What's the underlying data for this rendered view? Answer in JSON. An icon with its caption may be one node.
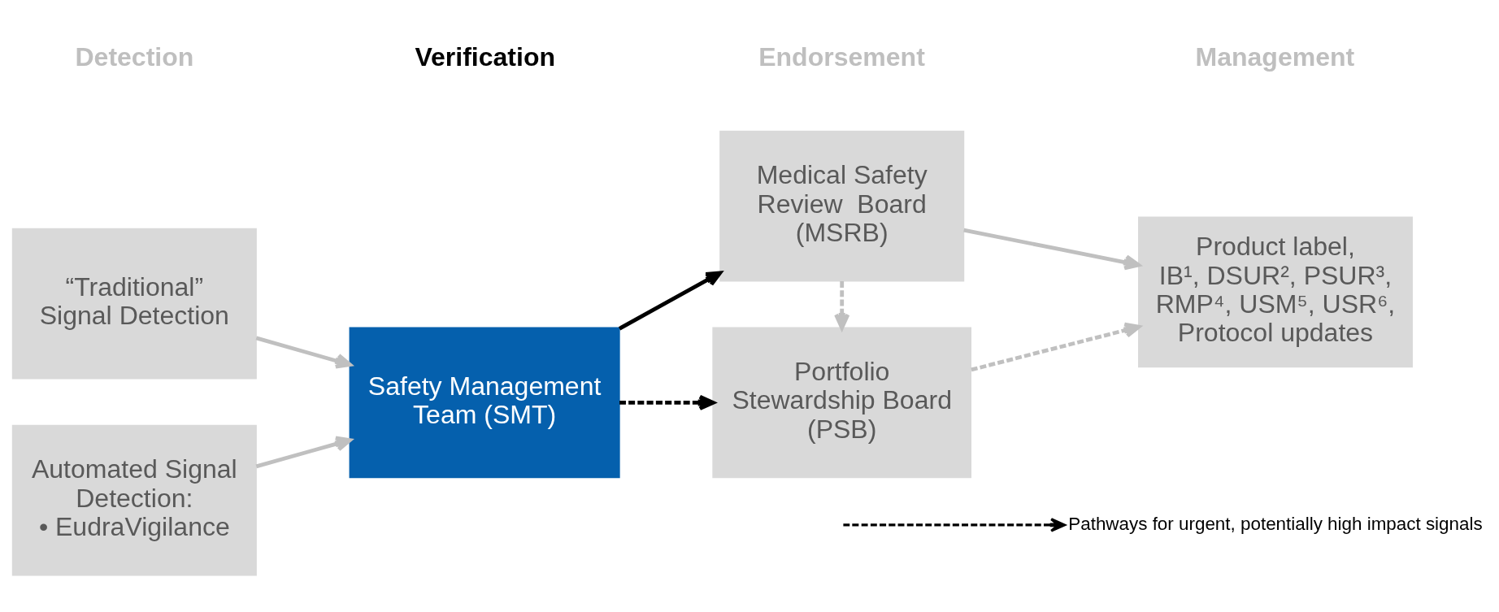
{
  "diagram": {
    "nodes": [
      {
        "text": [
          "“Traditional” Signal Detection"
        ]
      },
      {
        "text": [
          "Automated Signal Detection:",
          "• EudraVigilance"
        ]
      },
      {
        "text": [
          "Safety Management Team (SMT)"
        ]
      },
      {
        "text": [
          "Medical Safety Review  Board (MSRB)"
        ]
      },
      {
        "text": [
          "Portfolio Stewardship Board (PSB)"
        ]
      },
      {
        "text": [
          "Product label, IB¹, DSUR², PSUR³, RMP⁴, USM⁵, USR⁶, Protocol updates"
        ]
      }
    ],
    "edges": [
      {
        "from": 0,
        "to": 2,
        "arrow": "to"
      },
      {
        "from": 1,
        "to": 2,
        "arrow": "to"
      },
      {
        "from": 2,
        "to": 3,
        "arrow": "to",
        "color": "#000000"
      },
      {
        "from": 2,
        "to": 4,
        "arrow": "to",
        "style": "dashed",
        "color": "#000000"
      },
      {
        "from": 3,
        "to": 4,
        "arrow": "to",
        "style": "dashed"
      },
      {
        "from": 3,
        "to": 5,
        "arrow": "to"
      },
      {
        "from": 4,
        "to": 5,
        "arrow": "to",
        "style": "dashed"
      }
    ],
    "labels": [
      "Detection",
      "Verification",
      "Endorsement",
      "Management"
    ],
    "legend": [
      {
        "text": "Pathways for urgent, potentially high impact signals"
      }
    ]
  }
}
